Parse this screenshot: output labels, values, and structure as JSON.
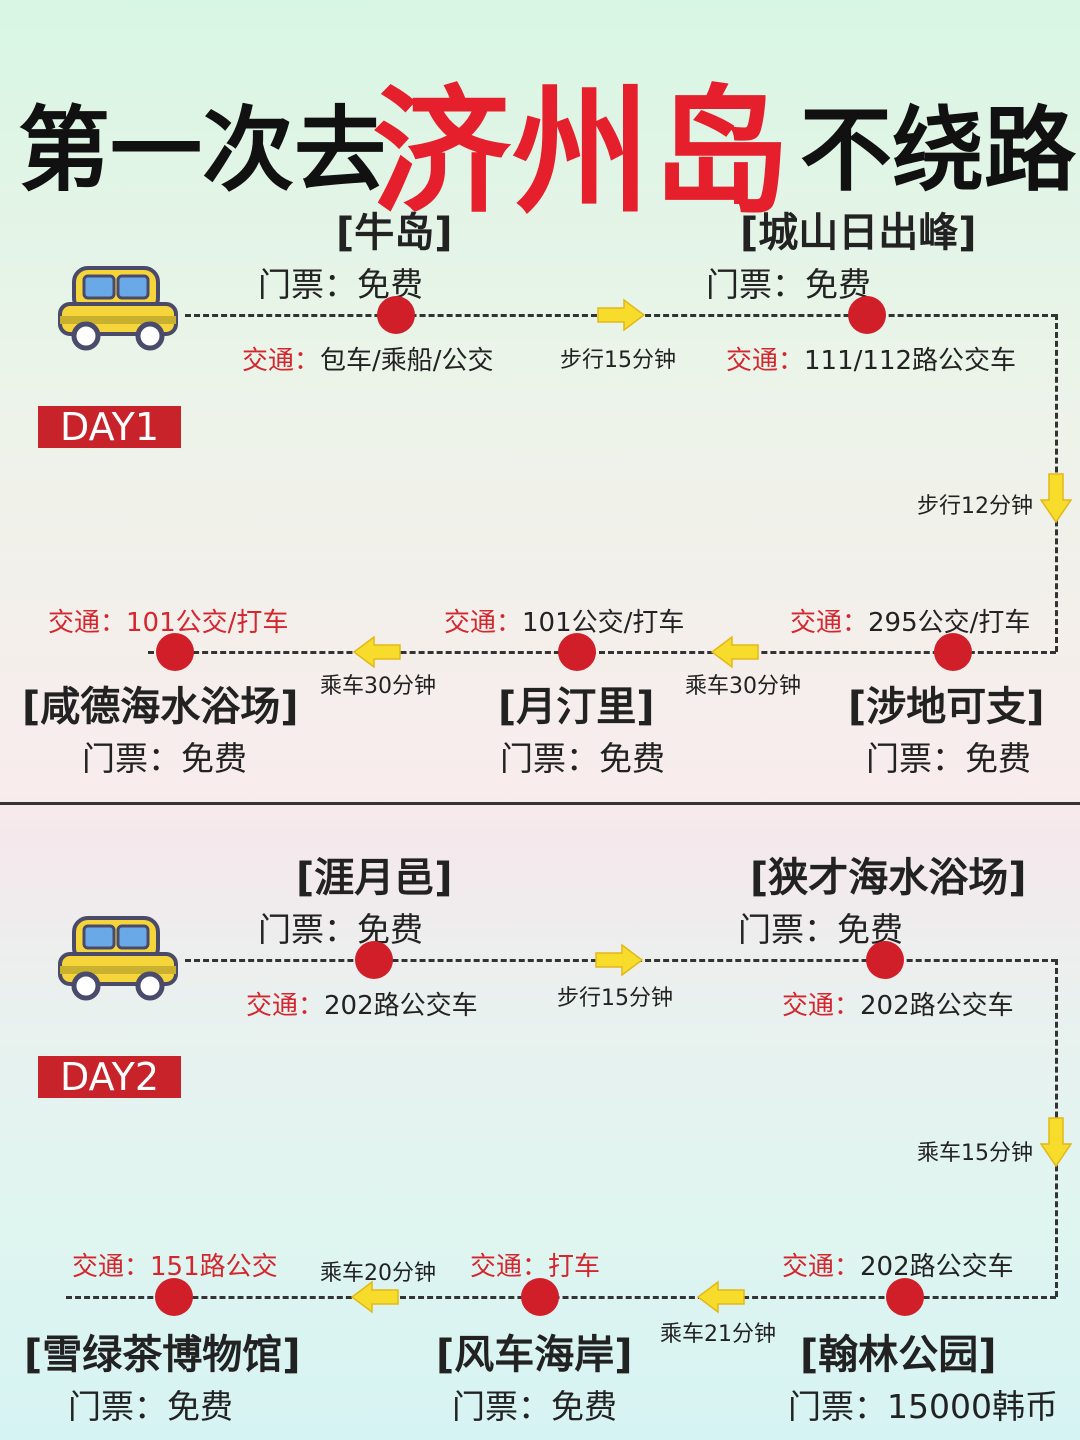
{
  "title": {
    "part1": "第一次去",
    "part2": "济州岛",
    "part3": "不绕路"
  },
  "day1": {
    "label": "DAY1",
    "spots": [
      {
        "name": "[牛岛]",
        "ticket": "门票：免费",
        "trans_label": "交通：",
        "trans_value": "包车/乘船/公交"
      },
      {
        "name": "[城山日出峰]",
        "ticket": "门票：免费",
        "trans_label": "交通：",
        "trans_value": "111/112路公交车"
      },
      {
        "name": "[涉地可支]",
        "ticket": "门票：免费",
        "trans_label": "交通：",
        "trans_value": "295公交/打车"
      },
      {
        "name": "[月汀里]",
        "ticket": "门票：免费",
        "trans_label": "交通：",
        "trans_value": "101公交/打车"
      },
      {
        "name": "[咸德海水浴场]",
        "ticket": "门票：免费",
        "trans_label": "交通：",
        "trans_value": "101公交/打车"
      }
    ],
    "moves": [
      "步行15分钟",
      "步行12分钟",
      "乘车30分钟",
      "乘车30分钟"
    ]
  },
  "day2": {
    "label": "DAY2",
    "spots": [
      {
        "name": "[涯月邑]",
        "ticket": "门票：免费",
        "trans_label": "交通：",
        "trans_value": "202路公交车"
      },
      {
        "name": "[狭才海水浴场]",
        "ticket": "门票：免费",
        "trans_label": "交通：",
        "trans_value": "202路公交车"
      },
      {
        "name": "[翰林公园]",
        "ticket": "门票：15000韩币",
        "trans_label": "交通：",
        "trans_value": "202路公交车"
      },
      {
        "name": "[风车海岸]",
        "ticket": "门票：免费",
        "trans_label": "交通：",
        "trans_value": "打车"
      },
      {
        "name": "[雪绿茶博物馆]",
        "ticket": "门票：免费",
        "trans_label": "交通：",
        "trans_value": "151路公交"
      }
    ],
    "moves": [
      "步行15分钟",
      "乘车15分钟",
      "乘车21分钟",
      "乘车20分钟"
    ]
  },
  "colors": {
    "accent": "#e51f2b",
    "dot": "#d11f2a",
    "arrow": "#f7dc2c",
    "car": "#f5d53a"
  }
}
